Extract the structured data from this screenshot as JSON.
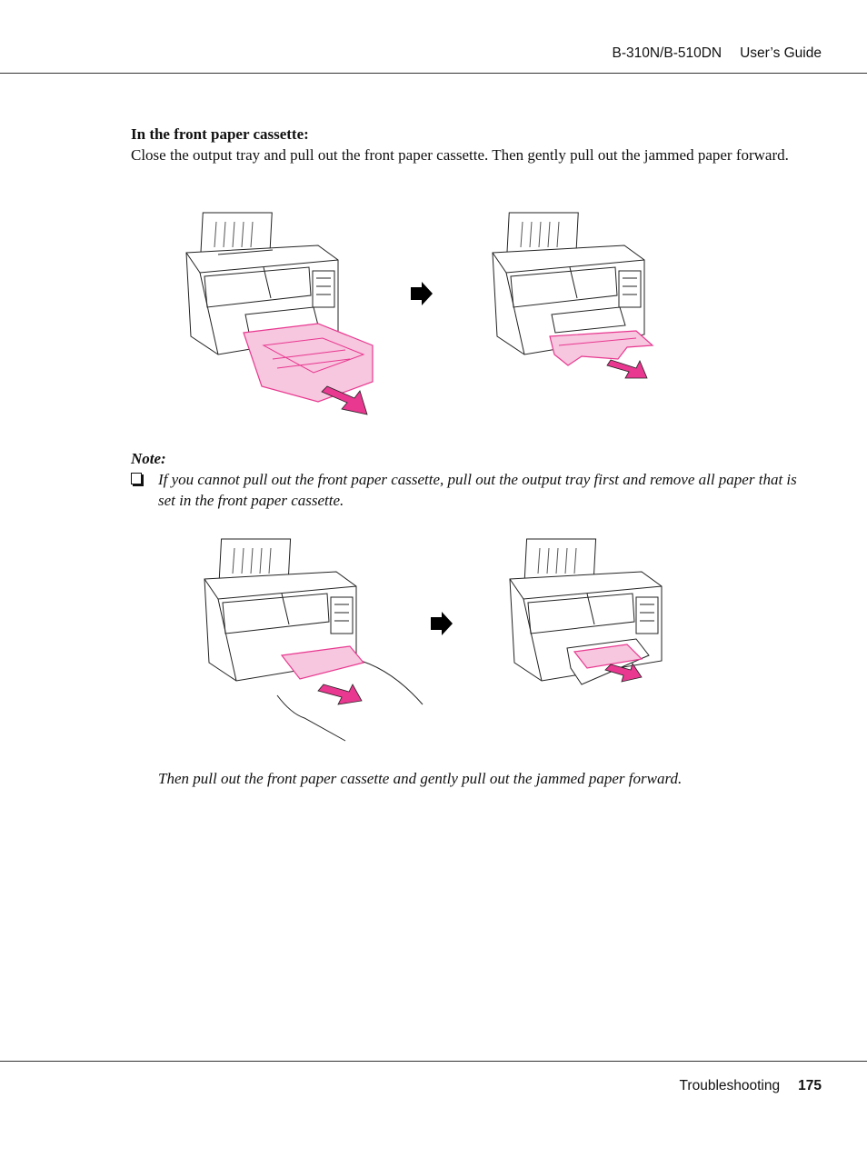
{
  "header": {
    "model": "B-310N/B-510DN",
    "guide": "User’s Guide"
  },
  "section": {
    "heading": "In the front paper cassette:",
    "body": "Close the output tray and pull out the front paper cassette. Then gently pull out the jammed paper forward."
  },
  "note": {
    "label": "Note:",
    "bullet": "If you cannot pull out the front paper cassette, pull out the output tray first and remove all paper that is set in the front paper cassette."
  },
  "followup": "Then pull out the front paper cassette and gently pull out the jammed paper forward.",
  "footer": {
    "section": "Troubleshooting",
    "page": "175"
  },
  "colors": {
    "highlight": "#e8388f",
    "highlight_fill": "#f7c6df",
    "line": "#222222"
  }
}
